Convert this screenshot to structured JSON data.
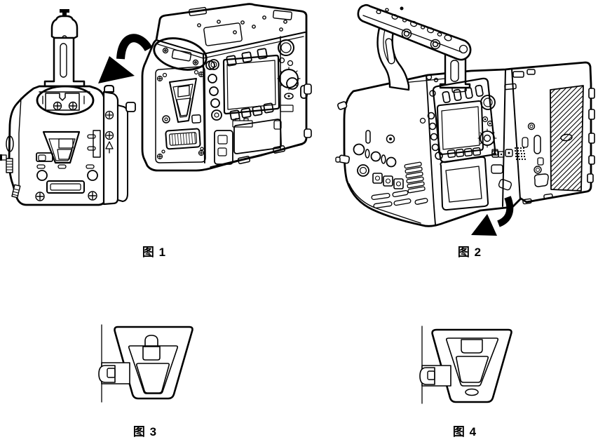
{
  "page": {
    "background_color": "#ffffff",
    "ink_color": "#000000",
    "kind": "camera-manual-illustration-page"
  },
  "figures": [
    {
      "caption": "图 1",
      "name": "battery-holder-removed-from-camera-rear"
    },
    {
      "caption": "图 2",
      "name": "camera-with-handle-rear-module-detaching"
    },
    {
      "caption": "图 3",
      "name": "v-wedge-mount-closeup-released"
    },
    {
      "caption": "图 4",
      "name": "v-wedge-mount-closeup-seated"
    }
  ]
}
